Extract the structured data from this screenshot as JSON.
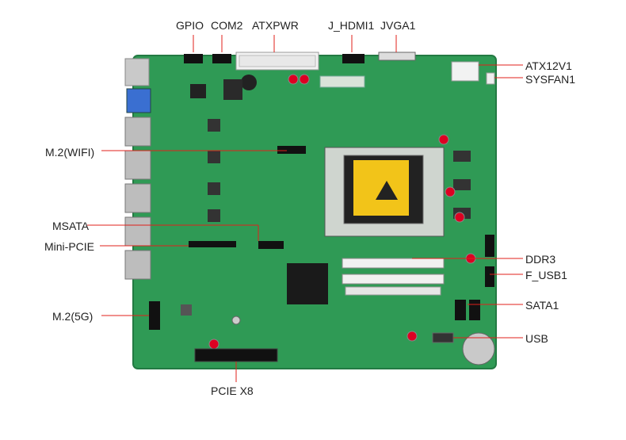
{
  "labels": {
    "gpio": "GPIO",
    "com2": "COM2",
    "atxpwr": "ATXPWR",
    "j_hdmi1": "J_HDMI1",
    "jvga1": "JVGA1",
    "atx12v1": "ATX12V1",
    "sysfan1": "SYSFAN1",
    "m2_wifi": "M.2(WIFI)",
    "msata": "MSATA",
    "mini_pcie": "Mini-PCIE",
    "m2_5g": "M.2(5G)",
    "ddr3": "DDR3",
    "f_usb1": "F_USB1",
    "sata1": "SATA1",
    "usb": "USB",
    "pcie_x8": "PCIE X8"
  },
  "colors": {
    "pcb": "#2f9a55",
    "pcb_dark": "#237a43",
    "leader": "#e0201b"
  }
}
